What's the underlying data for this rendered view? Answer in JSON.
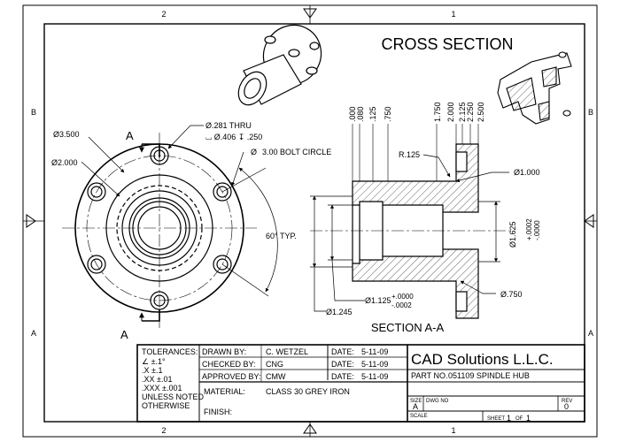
{
  "border": {
    "zones_top": [
      "2",
      "1"
    ],
    "zones_bottom": [
      "2",
      "1"
    ],
    "zones_left": [
      "B",
      "A"
    ],
    "zones_right": [
      "B",
      "A"
    ]
  },
  "views": {
    "cross_section_title": "CROSS SECTION",
    "section_title": "SECTION A-A",
    "section_marker": "A"
  },
  "front_view": {
    "dia_outer": "Ø3.500",
    "dia_hub": "Ø2.000",
    "hole_dia": "Ø.281 THRU",
    "hole_cbore": "⌴ Ø.406 ↧ .250",
    "bolt_circle_sym": "Ø",
    "bolt_circle": "3.00  BOLT CIRCLE",
    "angle": "60° TYP."
  },
  "section_view": {
    "top_dims": [
      ".000",
      ".080",
      ".125",
      ".750",
      "1.750",
      "2.000",
      "2.125",
      "2.250",
      "2.500"
    ],
    "radius": "R.125",
    "dia_1000": "Ø1.000",
    "dia_1625": "Ø1.625",
    "dia_1625_tol_plus": "+.0002",
    "dia_1625_tol_minus": "-.0000",
    "dia_750": "Ø.750",
    "dia_1125": "Ø1.125",
    "dia_1125_tol_plus": "+.0000",
    "dia_1125_tol_minus": "-.0002",
    "dia_1245": "Ø1.245"
  },
  "title_block": {
    "tolerances": [
      "TOLERANCES:",
      "∠   ±.1°",
      ".X     ±.1",
      ".XX   ±.01",
      ".XXX  ±.001",
      "UNLESS NOTED",
      "OTHERWISE"
    ],
    "drawn_by_label": "DRAWN BY:",
    "drawn_by": "C. WETZEL",
    "checked_by_label": "CHECKED BY:",
    "checked_by": "CNG",
    "approved_by_label": "APPROVED BY:",
    "approved_by": "CMW",
    "date_label": "DATE:",
    "date1": "5-11-09",
    "date2": "5-11-09",
    "date3": "5-11-09",
    "company": "CAD Solutions L.L.C.",
    "material_label": "MATERIAL:",
    "material": "CLASS 30 GREY IRON",
    "finish_label": "FINISH:",
    "part_no_label": "PART NO.",
    "part_no": "051109 SPINDLE HUB",
    "size_label": "SIZE",
    "size": "A",
    "dwg_no_label": "DWG NO",
    "rev_label": "REV",
    "rev": "0",
    "scale_label": "SCALE",
    "sheet_label": "SHEET",
    "sheet": "1",
    "of_label": "OF",
    "of": "1"
  }
}
